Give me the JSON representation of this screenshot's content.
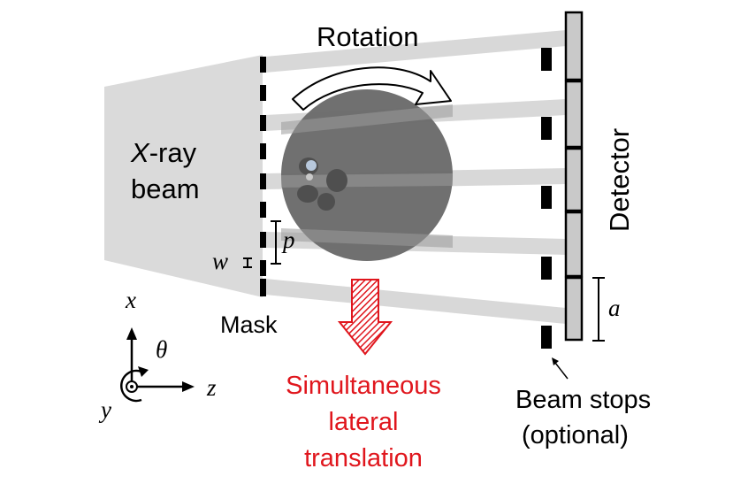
{
  "labels": {
    "rotation": "Rotation",
    "xray_x": "X",
    "xray_rest": "-ray",
    "beam": "beam",
    "mask": "Mask",
    "detector": "Detector",
    "beam_stops_line1": "Beam stops",
    "beam_stops_line2": "(optional)",
    "translation_line1": "Simultaneous",
    "translation_line2": "lateral",
    "translation_line3": "translation"
  },
  "symbols": {
    "p": "p",
    "w": "w",
    "a": "a",
    "x": "x",
    "y": "y",
    "z": "z",
    "theta": "θ"
  },
  "colors": {
    "beam": "#dadada",
    "beamlet": "#d6d6d6",
    "sample": "#6d6d6d",
    "detector_pixel": "#c9c9c9",
    "translation": "#e0161d",
    "ink": "#000000"
  }
}
